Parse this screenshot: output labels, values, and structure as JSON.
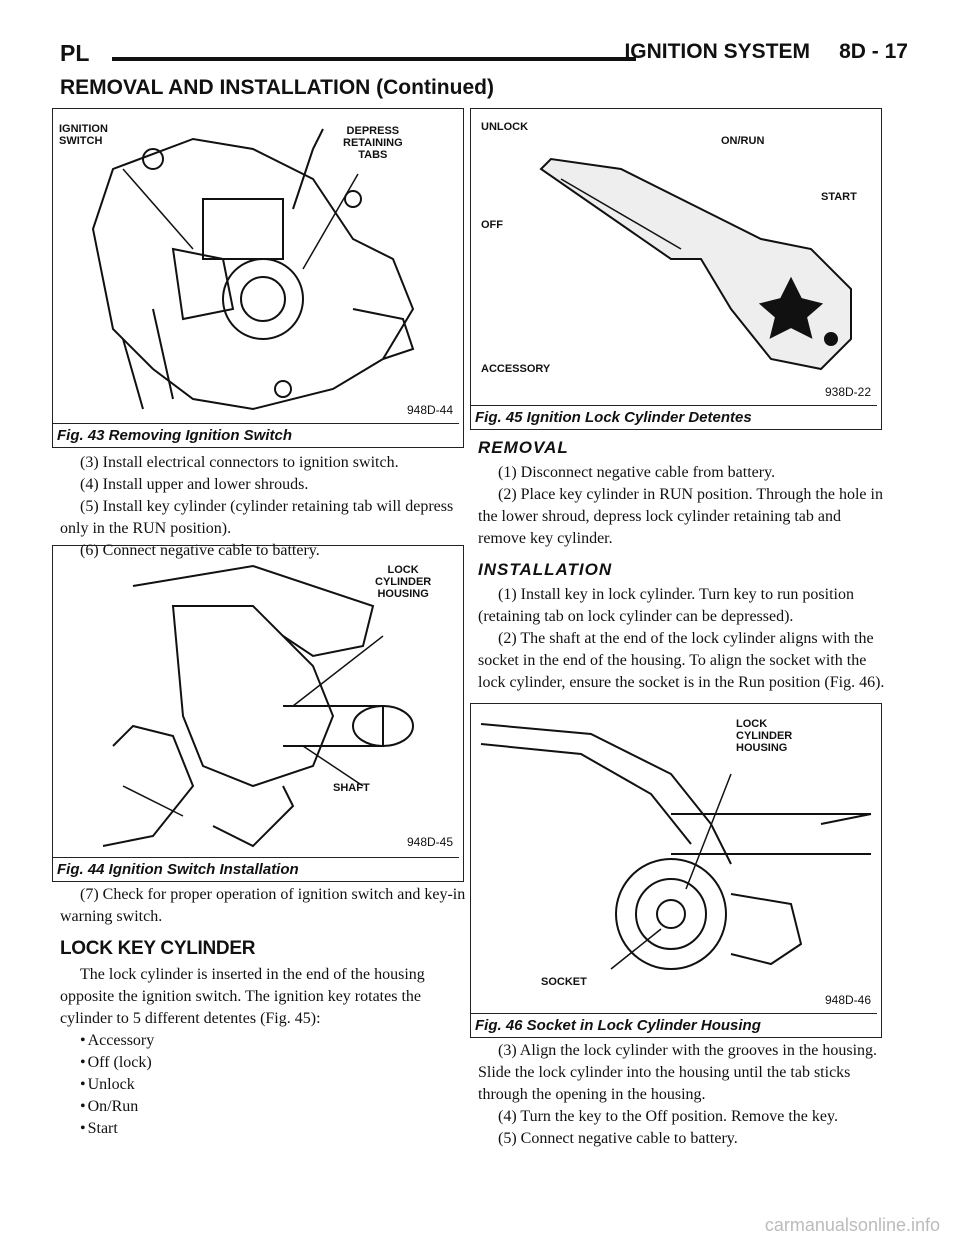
{
  "header": {
    "left": "PL",
    "right": "IGNITION SYSTEM     8D - 17"
  },
  "continued": "REMOVAL AND INSTALLATION (Continued)",
  "fig43": {
    "caption": "Fig. 43 Removing Ignition Switch",
    "code": "948D-44",
    "labels": {
      "switch": "IGNITION\nSWITCH",
      "tabs": "DEPRESS\nRETAINING\nTABS"
    }
  },
  "fig44": {
    "caption": "Fig. 44 Ignition Switch Installation",
    "code": "948D-45",
    "labels": {
      "housing": "LOCK\nCYLINDER\nHOUSING",
      "shaft": "SHAFT"
    }
  },
  "fig45": {
    "caption": "Fig. 45 Ignition Lock Cylinder Detentes",
    "code": "938D-22",
    "labels": {
      "unlock": "UNLOCK",
      "onrun": "ON/RUN",
      "start": "START",
      "off": "OFF",
      "accessory": "ACCESSORY"
    }
  },
  "fig46": {
    "caption": "Fig. 46 Socket in Lock Cylinder Housing",
    "code": "948D-46",
    "labels": {
      "housing": "LOCK\nCYLINDER\nHOUSING",
      "socket": "SOCKET"
    }
  },
  "left": {
    "steps1": [
      "(3) Install electrical connectors to ignition switch.",
      "(4) Install upper and lower shrouds.",
      "(5) Install key cylinder (cylinder retaining tab will depress only in the RUN position).",
      "(6) Connect negative cable to battery."
    ],
    "step7": "(7) Check for proper operation of ignition switch and key-in warning switch.",
    "lock_heading": "LOCK KEY CYLINDER",
    "lock_para": "The lock cylinder is inserted in the end of the housing opposite the ignition switch. The ignition key rotates the cylinder to 5 different detentes (Fig. 45):",
    "bullets": [
      "Accessory",
      "Off (lock)",
      "Unlock",
      "On/Run",
      "Start"
    ]
  },
  "right": {
    "removal_heading": "REMOVAL",
    "removal": [
      "(1) Disconnect negative cable from battery.",
      "(2) Place key cylinder in RUN position. Through the hole in the lower shroud, depress lock cylinder retaining tab and remove key cylinder."
    ],
    "install_heading": "INSTALLATION",
    "install": [
      "(1) Install key in lock cylinder. Turn key to run position (retaining tab on lock cylinder can be depressed).",
      "(2) The shaft at the end of the lock cylinder aligns with the socket in the end of the housing. To align the socket with the lock cylinder, ensure the socket is in the Run position (Fig. 46)."
    ],
    "install_after": [
      "(3) Align the lock cylinder with the grooves in the housing. Slide the lock cylinder into the housing until the tab sticks through the opening in the housing.",
      "(4) Turn the key to the Off position. Remove the key.",
      "(5) Connect negative cable to battery."
    ]
  },
  "footer": "carmanualsonline.info"
}
